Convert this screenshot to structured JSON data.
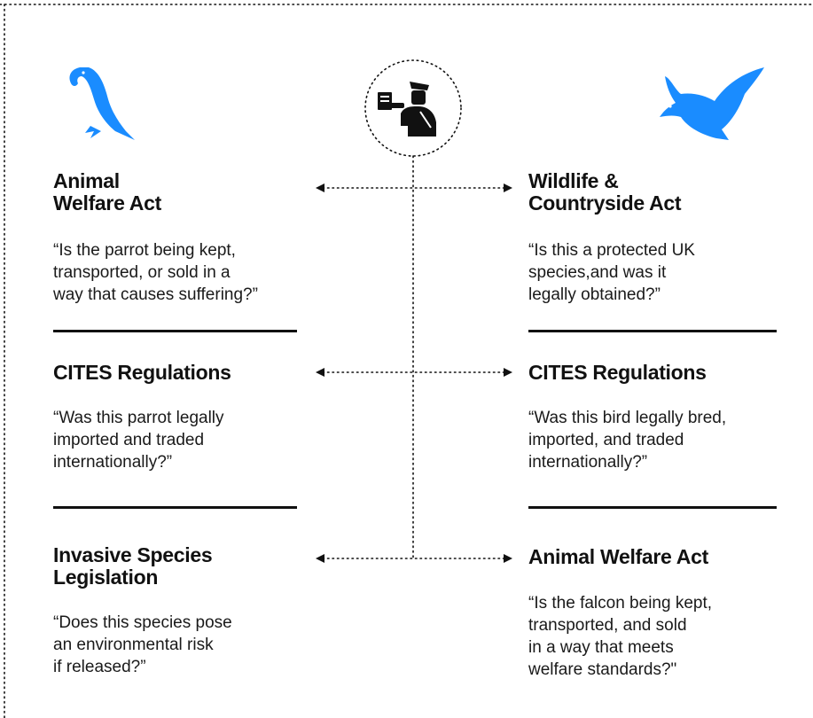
{
  "colors": {
    "bird_blue": "#1a8cff",
    "ink": "#111111",
    "rule": "#111111"
  },
  "icons": {
    "left": "parrot-icon",
    "center": "customs-officer-icon",
    "right": "falcon-icon"
  },
  "left_column": [
    {
      "title_line1": "Animal",
      "title_line2": "Welfare Act",
      "quote_lines": [
        "“Is the parrot being kept,",
        "transported, or sold in a",
        "way that causes suffering?”"
      ]
    },
    {
      "title_line1": "CITES Regulations",
      "title_line2": "",
      "quote_lines": [
        "“Was this parrot legally",
        "imported and traded",
        "internationally?”"
      ]
    },
    {
      "title_line1": "Invasive Species",
      "title_line2": "Legislation",
      "quote_lines": [
        "“Does this species pose",
        "an environmental risk",
        "if released?”"
      ]
    }
  ],
  "right_column": [
    {
      "title_line1": "Wildlife &",
      "title_line2": "Countryside Act",
      "quote_lines": [
        "“Is this a protected UK",
        "species,and was it",
        "legally obtained?”"
      ]
    },
    {
      "title_line1": "CITES Regulations",
      "title_line2": "",
      "quote_lines": [
        "“Was this bird legally bred,",
        "imported, and traded",
        "internationally?”"
      ]
    },
    {
      "title_line1": "Animal Welfare Act",
      "title_line2": "",
      "quote_lines": [
        "“Is the falcon being kept,",
        "transported, and sold",
        "in a way that meets",
        "welfare standards?\""
      ]
    }
  ]
}
